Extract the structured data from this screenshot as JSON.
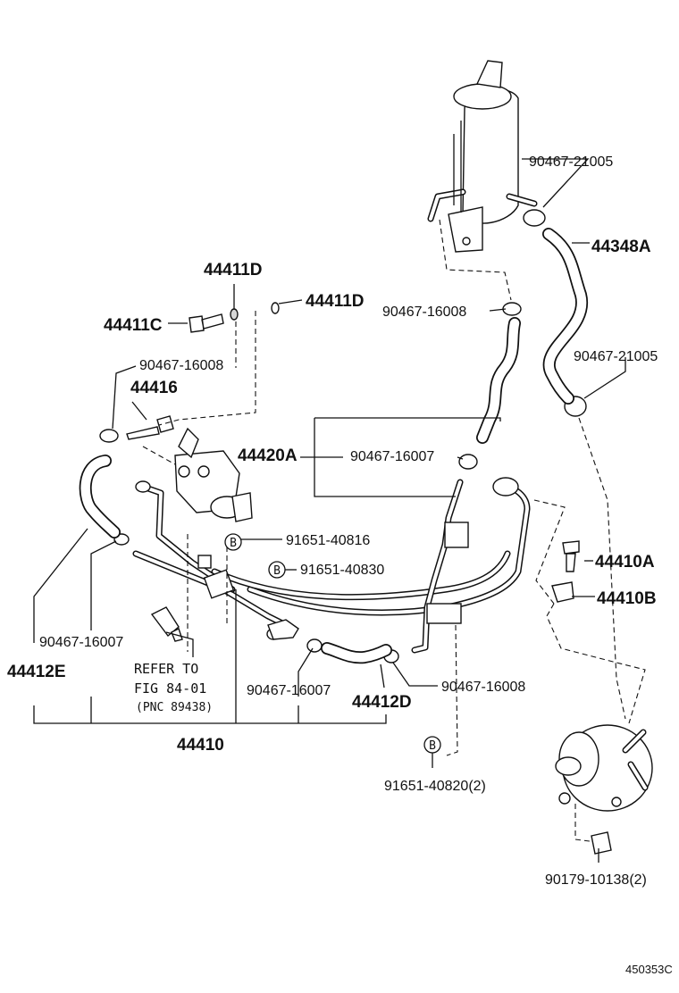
{
  "diagram_code": "450353C",
  "callouts": {
    "c44411D_a": "44411D",
    "c44411D_b": "44411D",
    "c44411C": "44411C",
    "c90467_16008_tl": "90467-16008",
    "c44416": "44416",
    "c44420A": "44420A",
    "c90467_16007_mid": "90467-16007",
    "c90467_16008_top": "90467-16008",
    "c90467_21005_top": "90467-21005",
    "c44348A": "44348A",
    "c90467_21005_r": "90467-21005",
    "c91651_40816": "91651-40816",
    "c91651_40830": "91651-40830",
    "c44410A": "44410A",
    "c44410B": "44410B",
    "c90467_16007_l": "90467-16007",
    "c44412E": "44412E",
    "c90467_16007_b": "90467-16007",
    "c44412D": "44412D",
    "c90467_16008_b": "90467-16008",
    "c44410": "44410",
    "c91651_40820": "91651-40820(2)",
    "c90179_10138": "90179-10138(2)"
  },
  "note": {
    "line1": "REFER TO",
    "line2": "FIG 84-01",
    "line3": "(PNC 89438)"
  },
  "marker": "B"
}
